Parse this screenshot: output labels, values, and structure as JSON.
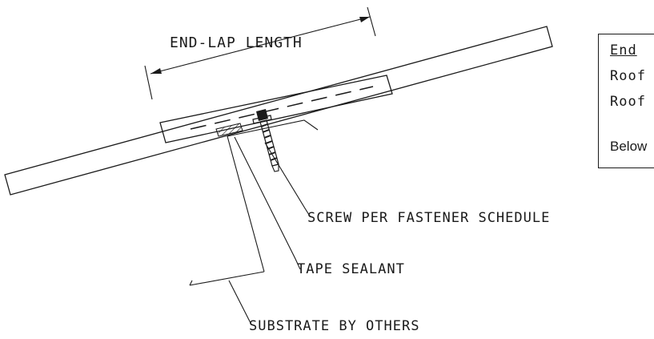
{
  "labels": {
    "end_lap_length": "END-LAP LENGTH",
    "screw": "SCREW PER FASTENER SCHEDULE",
    "tape_sealant": "TAPE SEALANT",
    "substrate": "SUBSTRATE BY OTHERS"
  },
  "notes_box": {
    "heading": "End",
    "line1": "Roof",
    "line2": "Roof",
    "line3": "Below"
  },
  "colors": {
    "ink": "#1a1a1a",
    "background": "#ffffff"
  }
}
